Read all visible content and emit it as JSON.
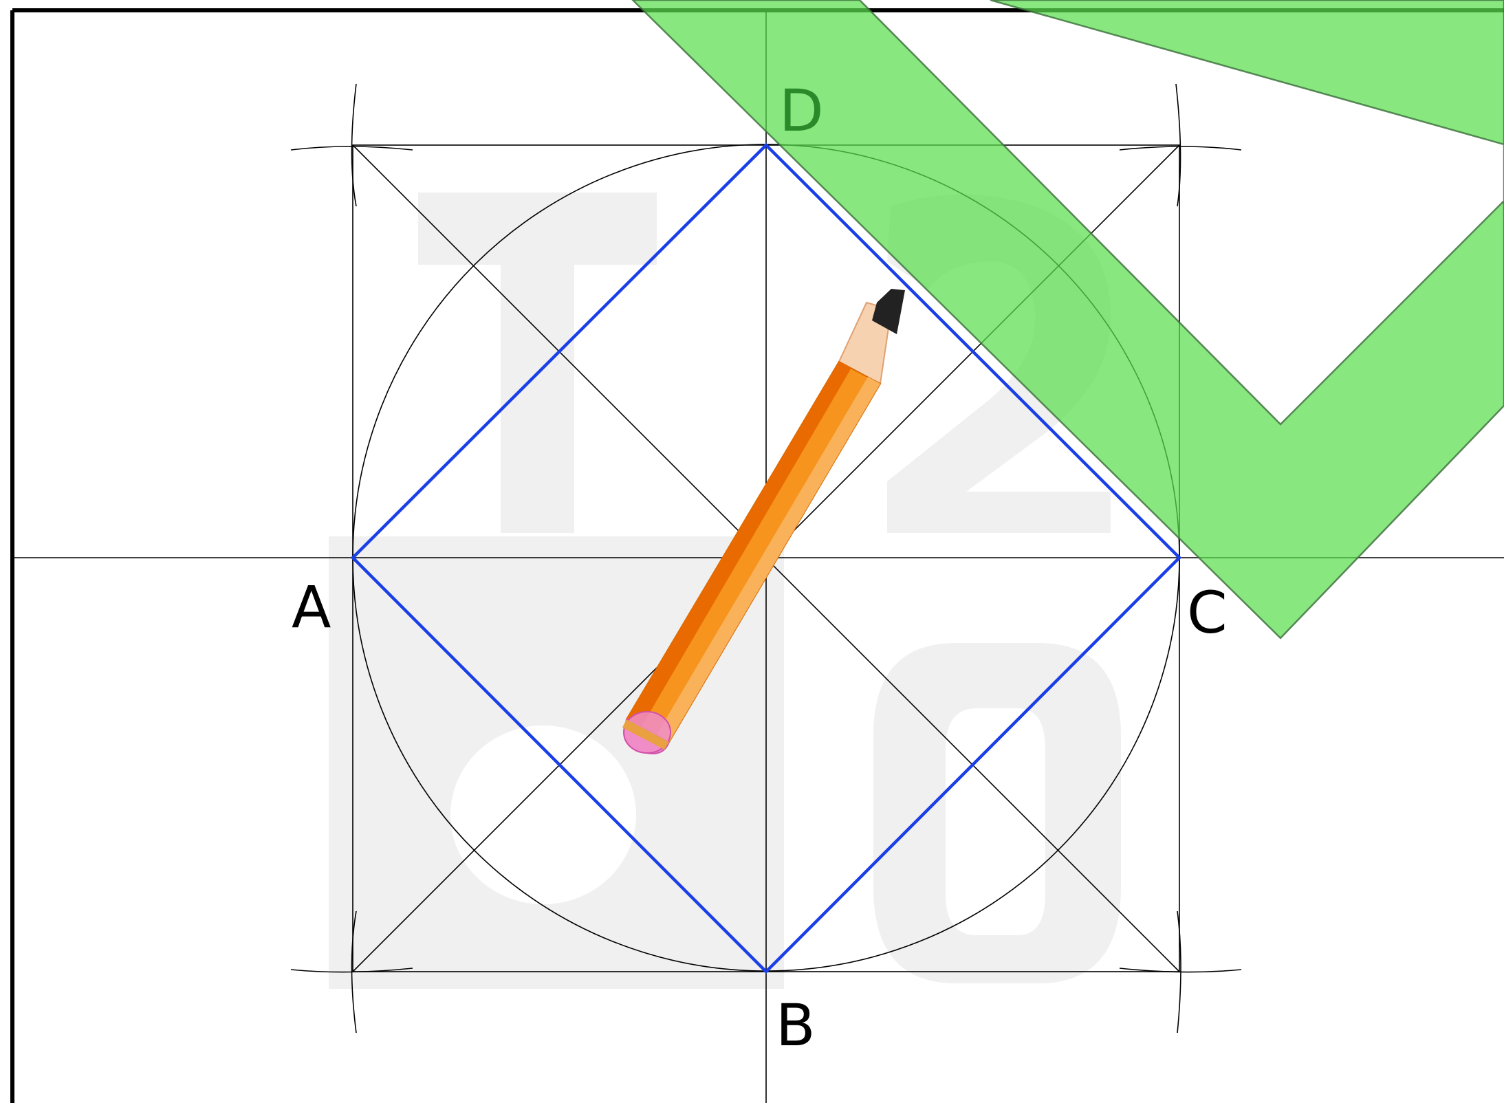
{
  "points": {
    "A": {
      "label": "A"
    },
    "B": {
      "label": "B"
    },
    "C": {
      "label": "C"
    },
    "D": {
      "label": "D"
    }
  },
  "colors": {
    "construction_line": "#000000",
    "square_abcd": "#1a3fe6",
    "set_square_fill": "#5ade4d",
    "label_d": "#2a8a2a",
    "label_default": "#000000",
    "watermark": "#f0f0f0",
    "pencil_body": "#f7941d",
    "pencil_shadow": "#e86a00",
    "pencil_wood": "#f6d2b0",
    "pencil_lead": "#222222",
    "pencil_eraser": "#f08cc8"
  },
  "icons": {
    "pencil": "pencil-icon",
    "set_square": "set-square-icon"
  }
}
